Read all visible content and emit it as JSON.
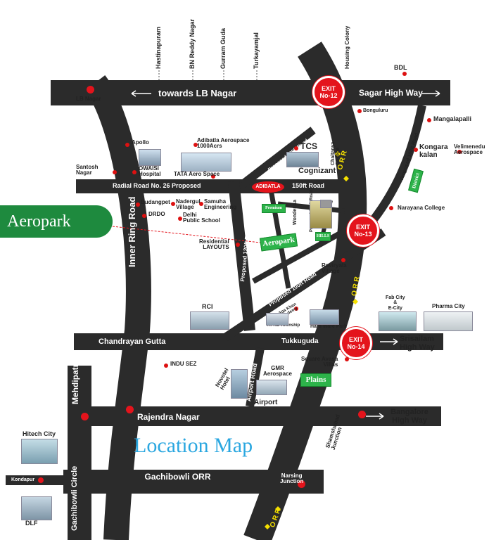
{
  "title": "Location Map",
  "banner": "Aeropark",
  "roads": {
    "lb_nagar": "towards LB Nagar",
    "sagar": "Sagar High Way",
    "radial": "Radial Road No. 26 Proposed",
    "inner_ring": "Inner Ring Road",
    "srisailam": "Srisailam High Way",
    "bangalore": "Bangalore High Way",
    "gachibowli_orr": "Gachibowli ORR",
    "orr": "O R R",
    "mehdipatnam": "Mehdipatnam",
    "gachibowli_circle": "Gachibowli Circle",
    "airport_road": "Airport Road",
    "proposed_120": "Proposed 120ft Road",
    "proposed_100_top": "Proposed 100ft Road",
    "proposed_100_mid": "Proposed 100ft Road",
    "proposed_100_right": "Proposed 100ft Road",
    "ft150": "150ft Road",
    "proposed_100_short": "Proposed 100ft Road"
  },
  "exits": [
    {
      "line1": "EXIT",
      "line2": "No-12"
    },
    {
      "line1": "EXIT",
      "line2": "No-13"
    },
    {
      "line1": "EXIT",
      "line2": "No-14"
    }
  ],
  "top_places": [
    "Hastinapuram",
    "BN Reddy Nagar",
    "Gurram Guda",
    "Turkayamjal",
    "Housing Colony"
  ],
  "places": {
    "bdl": "BDL",
    "lb_nagar": "LB Nagar",
    "bonguluru": "Bonguluru",
    "mangalapalli": "Mangalapalli",
    "kongara": "Kongara\nkalan",
    "velimenedu": "Velimenedu\nAerospace",
    "apollo": "Apollo",
    "adibatla": "Adibatla Aerospace\n1000Acrs",
    "tcs": "TCS",
    "chaitanya": "Chaitanya\nCollege",
    "cognizant": "Cognizant",
    "santosh": "Santosh\nNagar",
    "owaisi": "OWAISI\nHospital",
    "tata": "TATA Aero Space",
    "adibatla_oval": "ADIBATLA",
    "budangpet": "Budangpet",
    "nadergul": "Nadergul\nVillage",
    "samuha": "Samuha\nEngineering",
    "drdo": "DRDO",
    "delhi_school": "Delhi\nPublic School",
    "wonder_la": "Wonder La",
    "narayana": "Narayana College",
    "residential": "Residential\nLAYOUTS",
    "raviryala": "Raviryala\nVillage",
    "rci": "RCI",
    "aga_khan": "Aga Khan\nAcademy",
    "fab_city": "Fab City\n&\nE-City",
    "pharma_city": "Pharma City",
    "aphb": "APHB Township",
    "hardware": "Hard Ware Park",
    "chandrayan": "Chandrayan Gutta",
    "tukkuguda": "Tukkuguda",
    "indu_sez": "INDU SEZ",
    "novotel": "Novotel\nHotel",
    "gmr": "GMR\nAerospace",
    "square_avasa": "Square Avasa\nVillas",
    "airport": "Airport",
    "rajendra": "Rajendra Nagar",
    "shamshabad": "Shamshabad\nJunction",
    "hitech": "Hitech City",
    "kondapur": "Kondapur",
    "dlf": "DLF",
    "narsing": "Narsing\nJunction"
  },
  "green_tags": {
    "aeropark": "Aeropark",
    "plains": "Plains",
    "premium": "Premium",
    "district": "District",
    "hills": "HILLS"
  },
  "colors": {
    "road": "#2b2b2b",
    "exit": "#e4141c",
    "green": "#2db34a",
    "orr_mark": "#f5e000",
    "title": "#2aa7e0",
    "banner": "#1e8a3e"
  }
}
